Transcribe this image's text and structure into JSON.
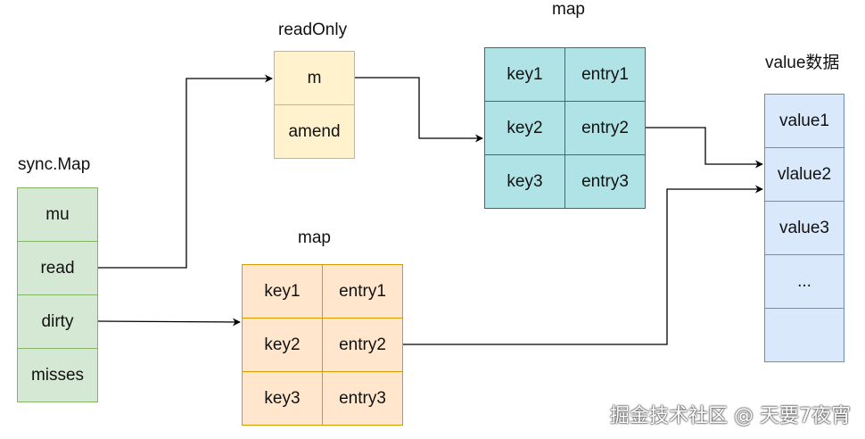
{
  "sync_map": {
    "title": "sync.Map",
    "fields": [
      "mu",
      "read",
      "dirty",
      "misses"
    ]
  },
  "read_only": {
    "title": "readOnly",
    "fields": [
      "m",
      "amend"
    ]
  },
  "read_map": {
    "title": "map",
    "rows": [
      [
        "key1",
        "entry1"
      ],
      [
        "key2",
        "entry2"
      ],
      [
        "key3",
        "entry3"
      ]
    ]
  },
  "dirty_map": {
    "title": "map",
    "rows": [
      [
        "key1",
        "entry1"
      ],
      [
        "key2",
        "entry2"
      ],
      [
        "key3",
        "entry3"
      ]
    ]
  },
  "value_data": {
    "title": "value数据",
    "cells": [
      "value1",
      "vlalue2",
      "value3",
      "...",
      ""
    ]
  },
  "watermark": "掘金技术社区 @ 天要7夜宵",
  "colors": {
    "sync_map": "#d5e8d4",
    "read_only": "#fff2cc",
    "read_map": "#b0e3e6",
    "dirty_map": "#ffe6cc",
    "value_data": "#dae8fc"
  }
}
